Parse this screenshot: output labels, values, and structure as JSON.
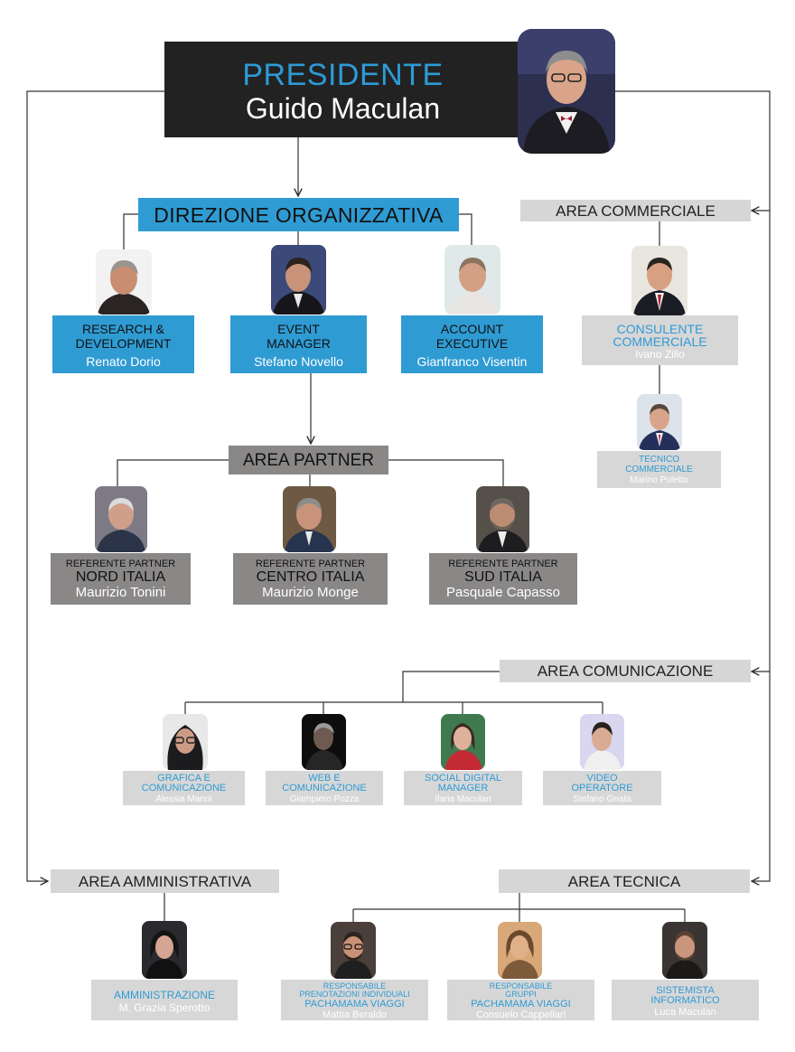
{
  "president": {
    "role": "PRESIDENTE",
    "name": "Guido Maculan"
  },
  "direzione": {
    "label": "DIREZIONE ORGANIZZATIVA",
    "members": [
      {
        "role_lines": [
          "RESEARCH &",
          "DEVELOPMENT"
        ],
        "name": "Renato Dorio"
      },
      {
        "role_lines": [
          "EVENT",
          "MANAGER"
        ],
        "name": "Stefano Novello"
      },
      {
        "role_lines": [
          "ACCOUNT",
          "EXECUTIVE"
        ],
        "name": "Gianfranco Visentin"
      }
    ]
  },
  "commerciale": {
    "label": "AREA COMMERCIALE",
    "consulente": {
      "role_lines": [
        "CONSULENTE",
        "COMMERCIALE"
      ],
      "name": "Ivano Zilio"
    },
    "tecnico": {
      "role_lines": [
        "TECNICO",
        "COMMERCIALE"
      ],
      "name": "Marino Poletto"
    }
  },
  "partner": {
    "label": "AREA PARTNER",
    "members": [
      {
        "sub": "REFERENTE PARTNER",
        "area": "NORD ITALIA",
        "name": "Maurizio Tonini"
      },
      {
        "sub": "REFERENTE PARTNER",
        "area": "CENTRO ITALIA",
        "name": "Maurizio Monge"
      },
      {
        "sub": "REFERENTE PARTNER",
        "area": "SUD ITALIA",
        "name": "Pasquale Capasso"
      }
    ]
  },
  "comunicazione": {
    "label": "AREA COMUNICAZIONE",
    "members": [
      {
        "role_lines": [
          "GRAFICA E",
          "COMUNICAZIONE"
        ],
        "name": "Alessia Manni"
      },
      {
        "role_lines": [
          "WEB E",
          "COMUNICAZIONE"
        ],
        "name": "Giampiero Pozza"
      },
      {
        "role_lines": [
          "SOCIAL DIGITAL",
          "MANAGER"
        ],
        "name": "Ilaria Maculan"
      },
      {
        "role_lines": [
          "VIDEO",
          "OPERATORE"
        ],
        "name": "Stefano Gnata"
      }
    ]
  },
  "amministrativa": {
    "label": "AREA AMMINISTRATIVA",
    "member": {
      "role": "AMMINISTRAZIONE",
      "name": "M. Grazia Sperotto"
    }
  },
  "tecnica": {
    "label": "AREA TECNICA",
    "members": [
      {
        "role_lines": [
          "RESPONSABILE",
          "PRENOTAZIONI INDIVIDUALI",
          "PACHAMAMA VIAGGI"
        ],
        "name": "Mattia Beraldo"
      },
      {
        "role_lines": [
          "RESPONSABILE",
          "GRUPPI",
          "PACHAMAMA VIAGGI"
        ],
        "name": "Consuelo Cappellari"
      },
      {
        "role_lines": [
          "SISTEMISTA",
          "INFORMATICO"
        ],
        "name": "Luca Maculan"
      }
    ]
  },
  "colors": {
    "blue": "#2f9bd3",
    "dark": "#222222",
    "grey_dark": "#8a8787",
    "grey_light": "#d7d7d7"
  }
}
